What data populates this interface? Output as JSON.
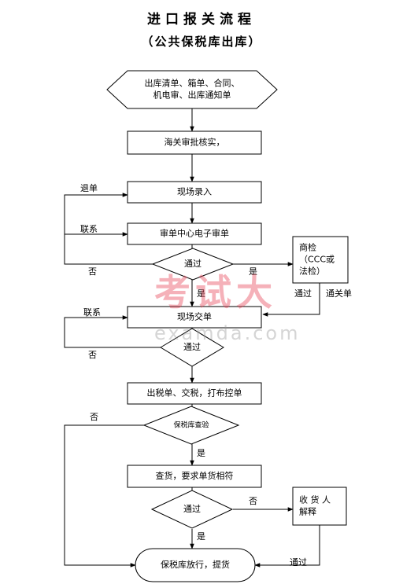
{
  "title": {
    "line1": "进口报关流程",
    "line2": "（公共保税库出库）"
  },
  "nodes": {
    "start": [
      "出库清单、箱单、合同、",
      "机电审、出库通知单"
    ],
    "customs_approve": [
      "海关审批核实，"
    ],
    "onsite_entry": [
      "现场录入"
    ],
    "center_review": [
      "审单中心电子审单"
    ],
    "pass1": [
      "通过"
    ],
    "inspection": [
      "商检",
      "（CCC或",
      "法检）"
    ],
    "onsite_submit": [
      "现场交单"
    ],
    "pass2": [
      "通过"
    ],
    "tax": [
      "出税单、交税，打布控单"
    ],
    "bonded_check": [
      "保税库查验"
    ],
    "check_goods": [
      "查货，要求单货相符"
    ],
    "pass3": [
      "通过"
    ],
    "consignee": [
      "收 货 人",
      "解释"
    ],
    "release": [
      "保税库放行，提货"
    ]
  },
  "labels": {
    "return_doc": "退单",
    "contact1": "联系",
    "no1": "否",
    "yes1": "是",
    "yes2": "是",
    "pass_inspect": "通过",
    "clearance_doc": "通关单",
    "contact2": "联系",
    "no2": "否",
    "no3": "否",
    "yes3": "是",
    "no4": "否",
    "yes4": "是",
    "pass_final": "通过"
  },
  "watermark": {
    "cn": "考试大",
    "en": "examda.com"
  },
  "colors": {
    "line": "#000000",
    "watermark_red": "#e63c50",
    "watermark_gray": "#969696"
  }
}
